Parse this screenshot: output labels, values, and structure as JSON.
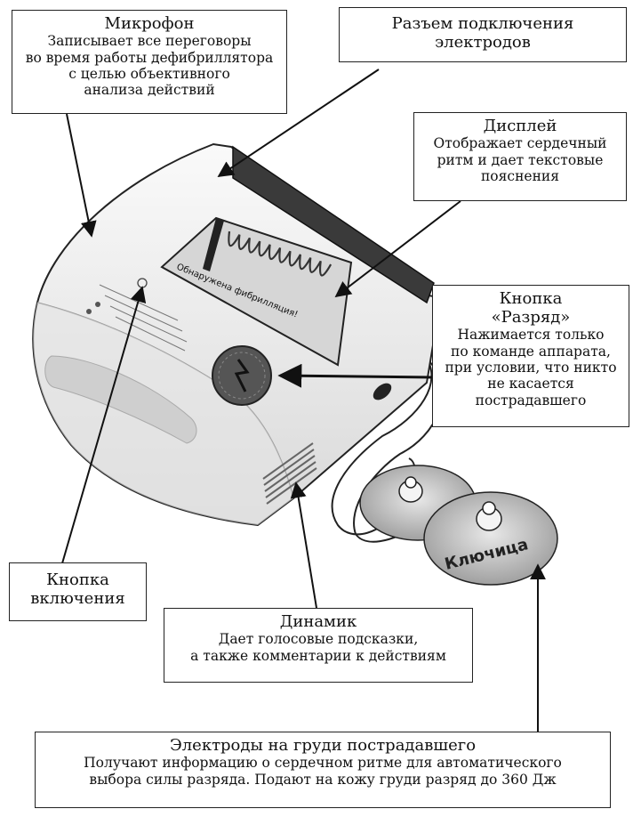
{
  "callouts": {
    "microphone": {
      "title": "Микрофон",
      "lines": [
        "Записывает все переговоры",
        "во время работы дефибриллятора",
        "с целью объективного",
        "анализа действий"
      ]
    },
    "connector": {
      "lines": [
        "Разъем подключения",
        "электродов"
      ]
    },
    "display": {
      "title": "Дисплей",
      "lines": [
        "Отображает сердечный",
        "ритм и дает текстовые",
        "пояснения"
      ]
    },
    "shock_button": {
      "title": "Кнопка",
      "subtitle": "«Разряд»",
      "lines": [
        "Нажимается только",
        "по команде аппарата,",
        "при условии, что никто",
        "не касается",
        "пострадавшего"
      ]
    },
    "power_button": {
      "lines": [
        "Кнопка",
        "включения"
      ]
    },
    "speaker": {
      "title": "Динамик",
      "lines": [
        "Дает голосовые подсказки,",
        "а также комментарии к действиям"
      ]
    },
    "electrodes": {
      "title": "Электроды на груди пострадавшего",
      "lines": [
        "Получают информацию о сердечном ритме для автоматического",
        "выбора силы разряда. Подают на кожу груди разряд до 360 Дж"
      ]
    }
  },
  "device": {
    "screen_text": "Обнаружена фибрилляция!",
    "pad_label": "Ключица"
  },
  "colors": {
    "line": "#111111",
    "body": "#f0f0f0",
    "screen": "#d8d8d8",
    "dark": "#333333"
  }
}
